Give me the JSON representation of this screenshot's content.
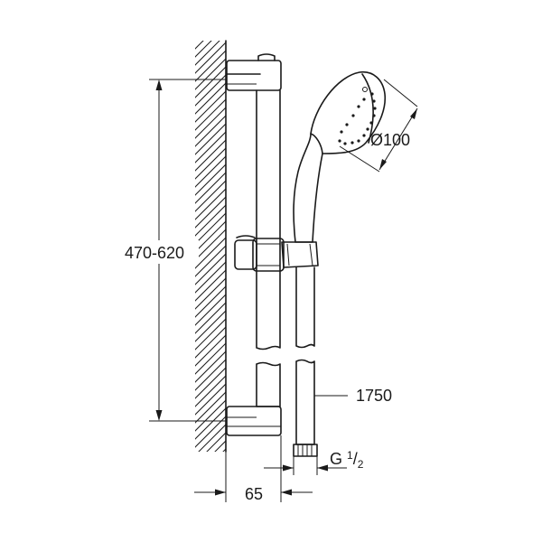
{
  "diagram": {
    "labels": {
      "height_range": "470-620",
      "head_diameter": "Ø100",
      "hose_length": "1750",
      "thread_prefix": "G ",
      "thread_num": "1",
      "thread_slash": "/",
      "thread_den": "2",
      "wall_offset": "65"
    }
  }
}
